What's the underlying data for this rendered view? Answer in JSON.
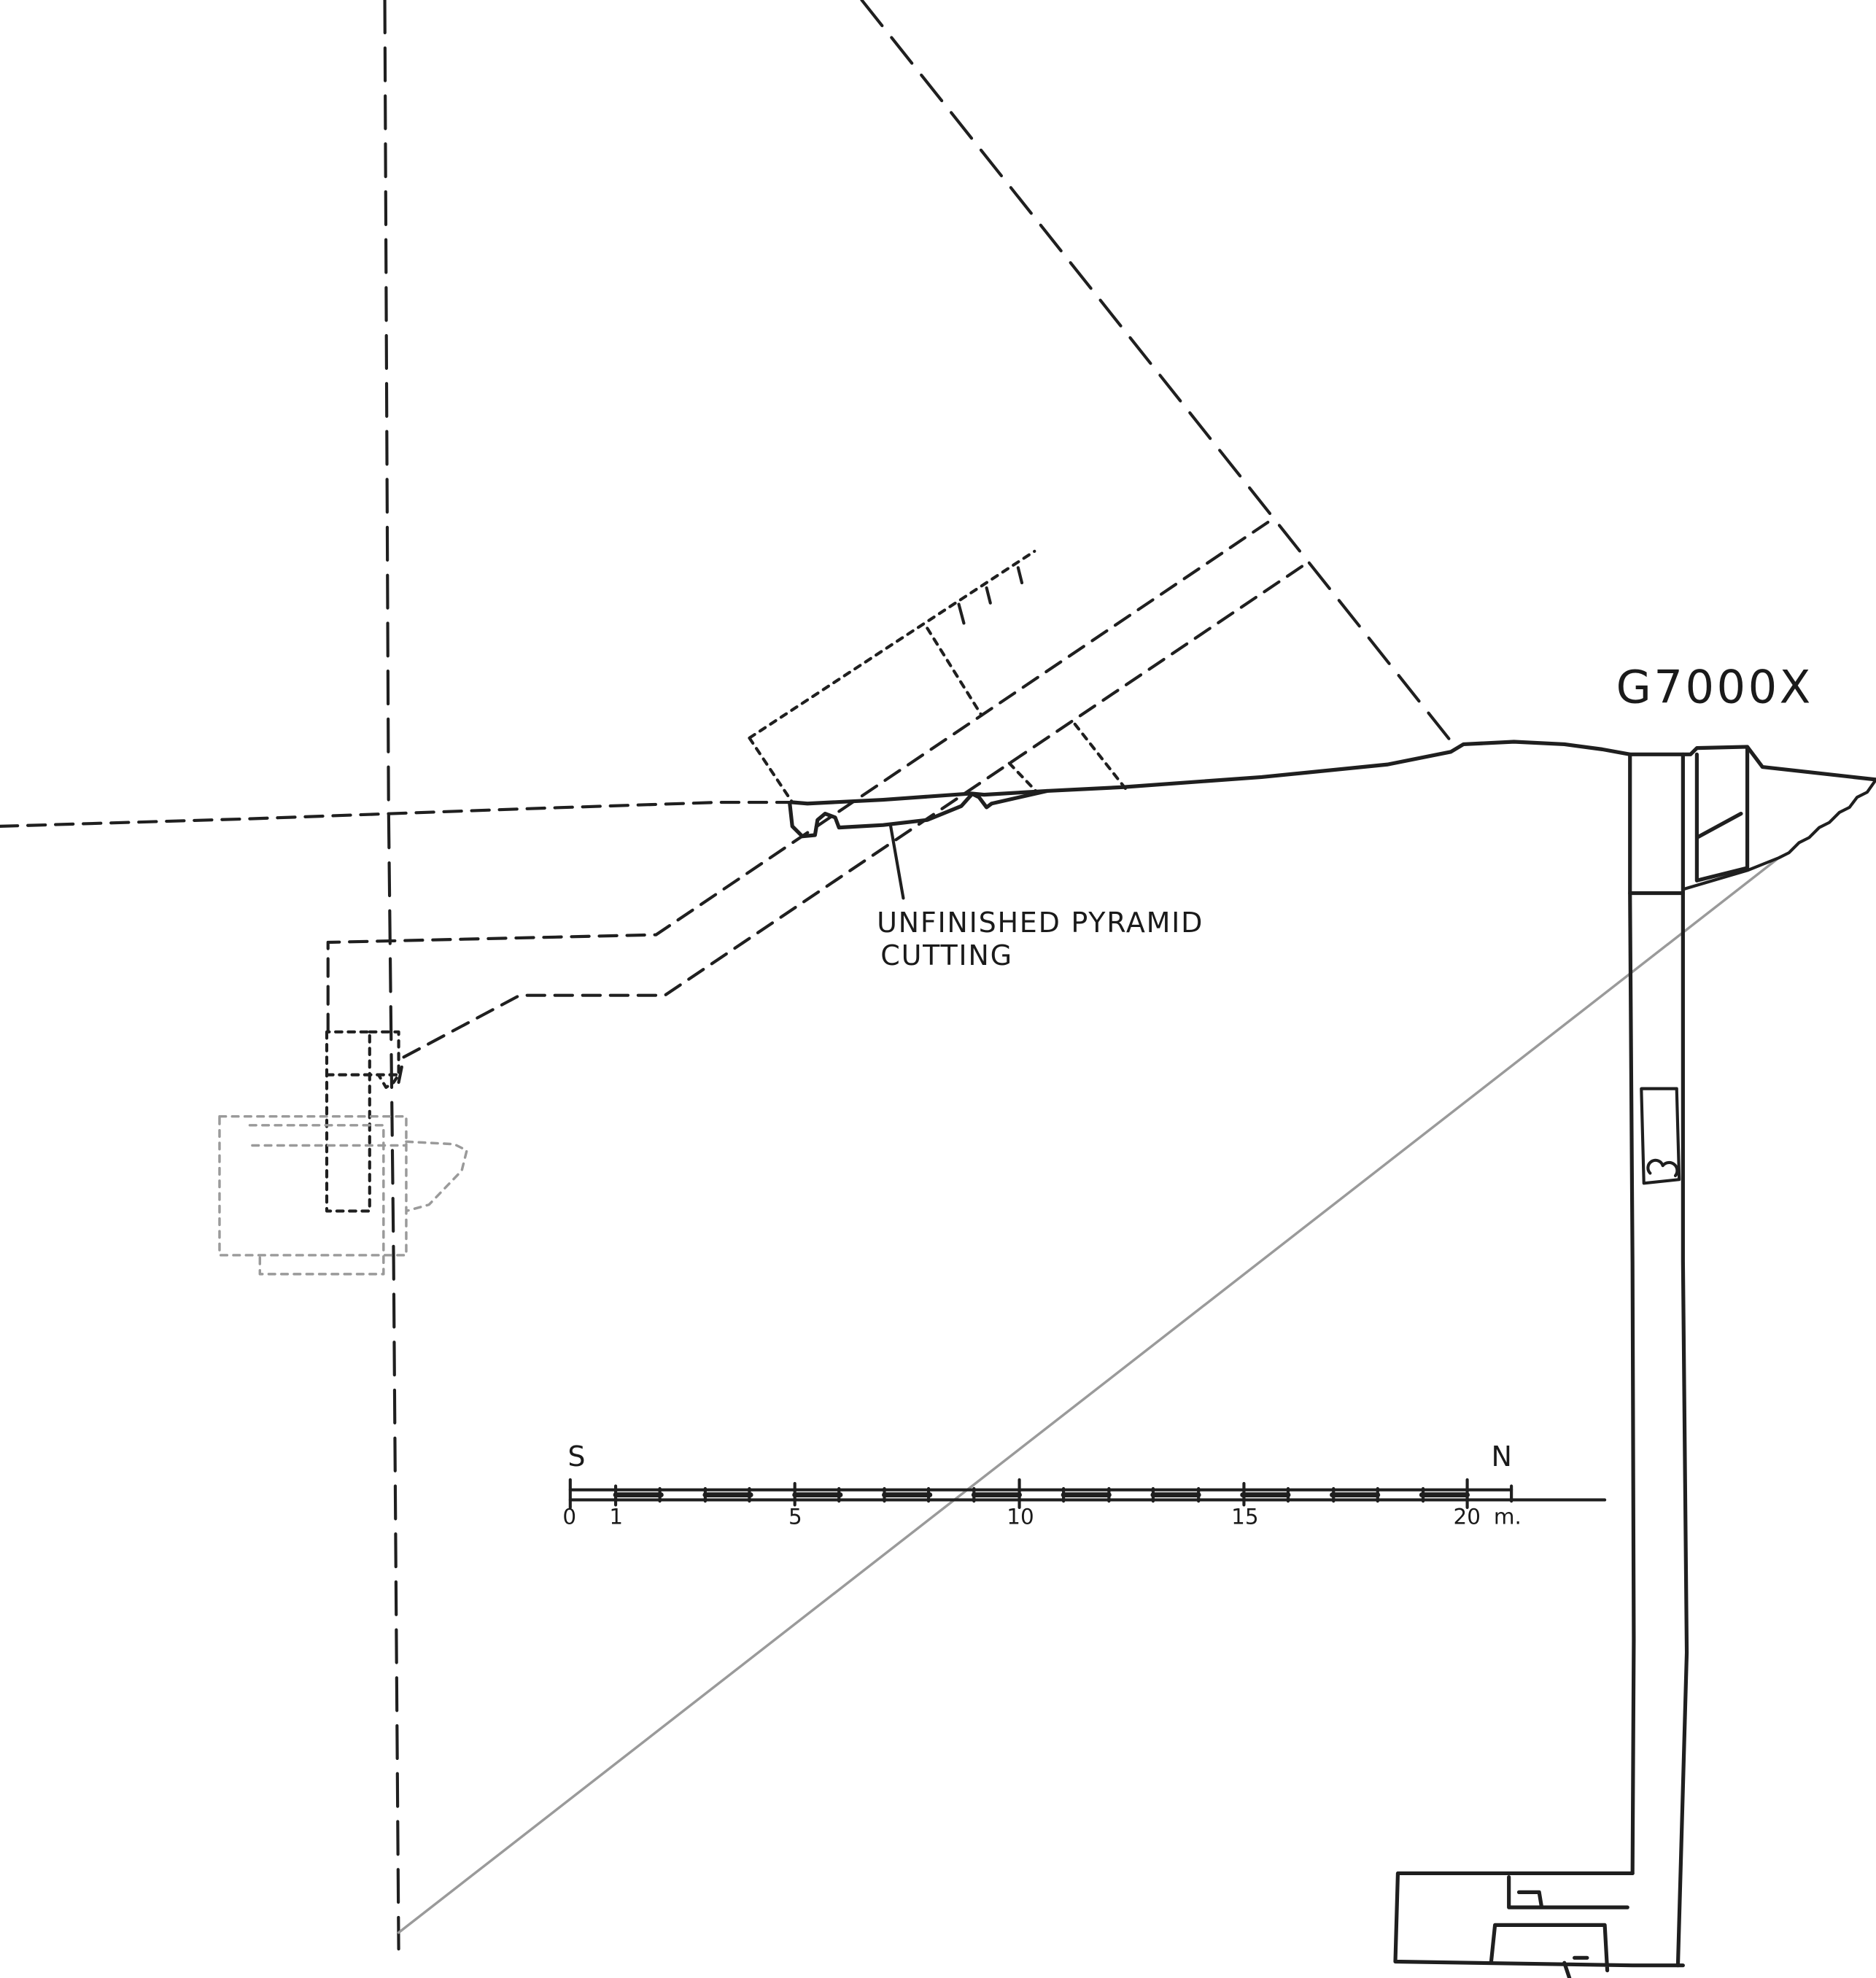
{
  "labels": {
    "tomb": "G7000X",
    "cutting_line1": "UNFINISHED PYRAMID",
    "cutting_line2": "CUTTING"
  },
  "scale_bar": {
    "south": "S",
    "north": "N",
    "unit": "m.",
    "ticks": [
      "0",
      "1",
      "5",
      "10",
      "15",
      "20"
    ]
  }
}
